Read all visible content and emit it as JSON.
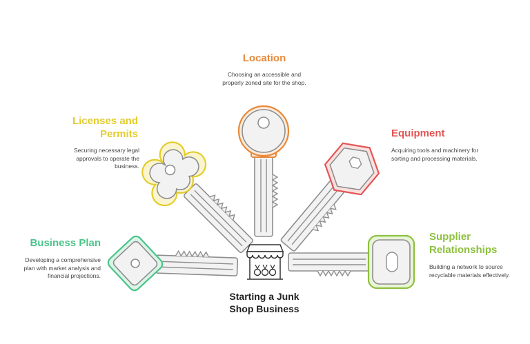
{
  "center": {
    "title": "Starting a Junk Shop Business",
    "icon": "shop-icon"
  },
  "keys": [
    {
      "id": "location",
      "title": "Location",
      "description": "Choosing an accessible and properly zoned site for the shop.",
      "color": "#E8893A",
      "icon": "round-key-icon"
    },
    {
      "id": "licenses",
      "title": "Licenses and Permits",
      "description": "Securing necessary legal approvals to operate the business.",
      "color": "#E3CC2C",
      "icon": "clover-key-icon"
    },
    {
      "id": "equipment",
      "title": "Equipment",
      "description": "Acquiring tools and machinery for sorting and processing materials.",
      "color": "#E45454",
      "icon": "hexagon-key-icon"
    },
    {
      "id": "business-plan",
      "title": "Business Plan",
      "description": "Developing a comprehensive plan with market analysis and financial projections.",
      "color": "#4CC38A",
      "icon": "diamond-key-icon"
    },
    {
      "id": "supplier",
      "title": "Supplier Relationships",
      "description": "Building a network to source recyclable materials effectively.",
      "color": "#8DC03F",
      "icon": "rounded-square-key-icon"
    }
  ]
}
